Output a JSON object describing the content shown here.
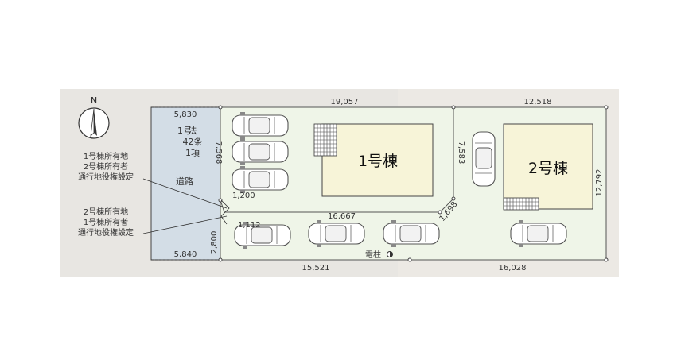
{
  "compass": {
    "label": "N",
    "icon": "north-arrow-icon"
  },
  "road": {
    "lines": [
      "法",
      "42条",
      "1項",
      "1号",
      "道路"
    ],
    "top_width": "5,830",
    "bottom_width": "5,840"
  },
  "buildings": {
    "b1": "1号棟",
    "b2": "2号棟"
  },
  "notes": {
    "upper": [
      "1号棟所有地",
      "2号棟所有者",
      "通行地役権設定"
    ],
    "lower": [
      "2号棟所有地",
      "1号棟所有者",
      "通行地役権設定"
    ]
  },
  "dims": {
    "top_left": "19,057",
    "top_right": "12,518",
    "left_upper": "7,568",
    "left_lower": "2,800",
    "bottom_left": "15,521",
    "bottom_right": "16,028",
    "right": "12,792",
    "middle_vertical": "7,583",
    "diagonal": "1,698",
    "interior_horizontal": "16,667",
    "passage_width": "1,200",
    "passage_inner": "1,112"
  },
  "utility_pole": {
    "label": "電柱",
    "icon": "utility-pole-icon"
  },
  "colors": {
    "background": "#e8e6e2",
    "lot": "#eff5e8",
    "building": "#f7f4d8",
    "road": "#d3dde6"
  }
}
